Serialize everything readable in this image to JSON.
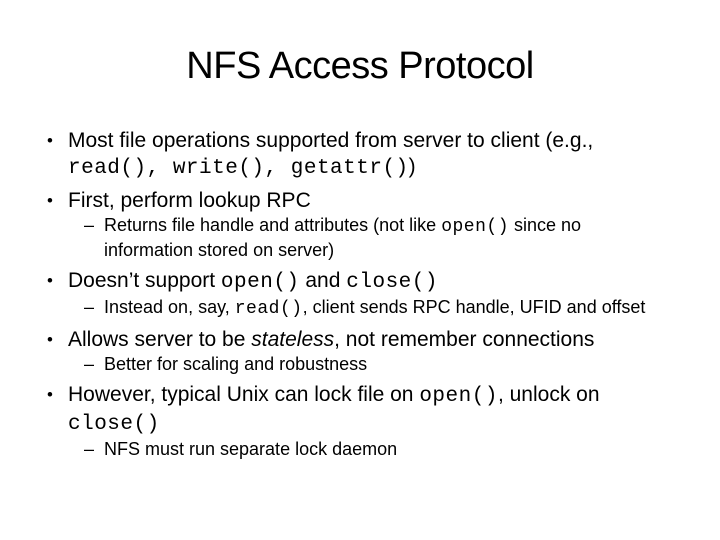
{
  "slide": {
    "title": "NFS Access Protocol",
    "colors": {
      "background": "#ffffff",
      "text": "#000000"
    },
    "glyphs": {
      "bullet": "•",
      "dash": "–"
    },
    "bullets": [
      {
        "level": 1,
        "runs": [
          {
            "t": "Most file operations supported from server to client (e.g.,",
            "f": "sans"
          },
          {
            "t": "read(), write(), getattr()",
            "f": "mono"
          },
          {
            "t": ")",
            "f": "sans"
          }
        ]
      },
      {
        "level": 1,
        "runs": [
          {
            "t": "First, perform lookup RPC",
            "f": "sans"
          }
        ]
      },
      {
        "level": 2,
        "runs": [
          {
            "t": "Returns file handle and attributes (not like ",
            "f": "sans"
          },
          {
            "t": "open()",
            "f": "mono"
          },
          {
            "t": " since no",
            "f": "sans"
          },
          {
            "t": "information stored on server)",
            "f": "sans"
          }
        ]
      },
      {
        "level": 1,
        "runs": [
          {
            "t": "Doesn’t support ",
            "f": "sans"
          },
          {
            "t": "open()",
            "f": "mono"
          },
          {
            "t": " and ",
            "f": "sans"
          },
          {
            "t": "close()",
            "f": "mono"
          }
        ]
      },
      {
        "level": 2,
        "runs": [
          {
            "t": "Instead on, say, ",
            "f": "sans"
          },
          {
            "t": "read()",
            "f": "mono"
          },
          {
            "t": ", client sends RPC handle, UFID and offset",
            "f": "sans"
          }
        ]
      },
      {
        "level": 1,
        "runs": [
          {
            "t": "Allows server to be ",
            "f": "sans"
          },
          {
            "t": "stateless",
            "f": "italic"
          },
          {
            "t": ", not remember connections",
            "f": "sans"
          }
        ]
      },
      {
        "level": 2,
        "runs": [
          {
            "t": "Better for scaling and robustness",
            "f": "sans"
          }
        ]
      },
      {
        "level": 1,
        "runs": [
          {
            "t": "However, typical Unix can lock file on ",
            "f": "sans"
          },
          {
            "t": "open()",
            "f": "mono"
          },
          {
            "t": ", unlock on",
            "f": "sans"
          },
          {
            "t": "close()",
            "f": "mono"
          }
        ]
      },
      {
        "level": 2,
        "runs": [
          {
            "t": "NFS must run separate lock daemon",
            "f": "sans"
          }
        ]
      }
    ]
  }
}
